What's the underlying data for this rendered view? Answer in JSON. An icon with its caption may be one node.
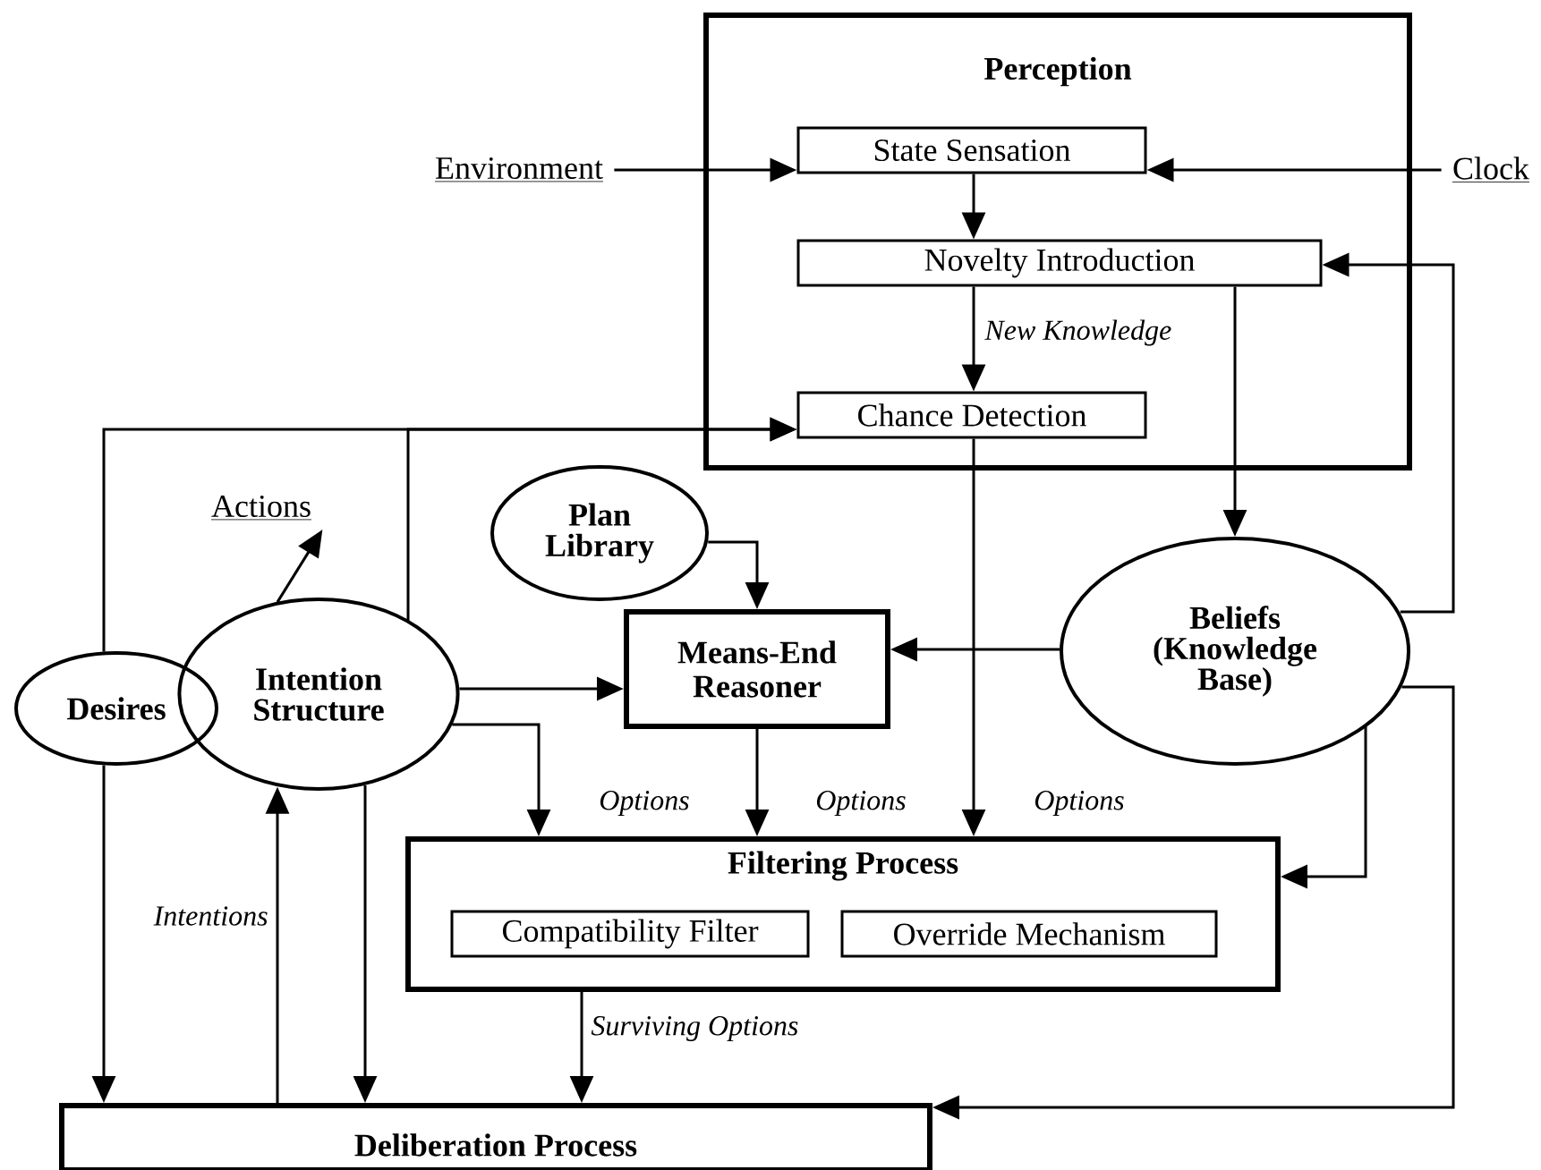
{
  "diagram": {
    "nodes": [
      {
        "text": [
          "Perception"
        ]
      },
      {
        "text": [
          "Environment"
        ]
      },
      {
        "text": [
          "State Sensation"
        ],
        "in": 0
      },
      {
        "text": [
          "Clock"
        ]
      },
      {
        "text": [
          "Novelty Introduction"
        ],
        "in": 0
      },
      {
        "text": [
          "Chance Detection"
        ],
        "in": 0
      },
      {
        "text": [
          "Actions"
        ]
      },
      {
        "text": [
          "Plan Library"
        ]
      },
      {
        "text": [
          "Desires"
        ]
      },
      {
        "text": [
          "Intention Structure"
        ]
      },
      {
        "text": [
          "Means-End Reasoner"
        ]
      },
      {
        "text": [
          "Beliefs (Knowledge Base)"
        ]
      },
      {
        "text": [
          "Filtering Process"
        ]
      },
      {
        "text": [
          "Compatibility Filter"
        ],
        "in": 12
      },
      {
        "text": [
          "Override Mechanism"
        ],
        "in": 12
      },
      {
        "text": [
          "Deliberation Process"
        ]
      }
    ],
    "edges": [
      {
        "from": 1,
        "to": 2,
        "arrow": "to"
      },
      {
        "from": 3,
        "to": 2,
        "arrow": "to"
      },
      {
        "from": 2,
        "to": 4,
        "arrow": "to"
      },
      {
        "from": 4,
        "to": 5,
        "arrow": "to",
        "label": "New Knowledge"
      },
      {
        "from": 4,
        "to": 11,
        "arrow": "to"
      },
      {
        "from": 11,
        "to": 4,
        "arrow": "to"
      },
      {
        "from": 8,
        "to": 5,
        "arrow": "to"
      },
      {
        "from": 9,
        "to": 5,
        "arrow": "to"
      },
      {
        "from": 9,
        "to": 6,
        "arrow": "to"
      },
      {
        "from": 7,
        "to": 10,
        "arrow": "to"
      },
      {
        "from": 9,
        "to": 10,
        "arrow": "to"
      },
      {
        "from": 11,
        "to": 10,
        "arrow": "to"
      },
      {
        "from": 9,
        "to": 12,
        "arrow": "to",
        "label": "Options"
      },
      {
        "from": 10,
        "to": 12,
        "arrow": "to",
        "label": "Options"
      },
      {
        "from": 5,
        "to": 12,
        "arrow": "to",
        "label": "Options"
      },
      {
        "from": 11,
        "to": 12,
        "arrow": "to"
      },
      {
        "from": 11,
        "to": 15,
        "arrow": "to"
      },
      {
        "from": 12,
        "to": 15,
        "arrow": "to",
        "label": "Surviving Options"
      },
      {
        "from": 8,
        "to": 15,
        "arrow": "to"
      },
      {
        "from": 15,
        "to": 9,
        "arrow": "to",
        "label": "Intentions"
      },
      {
        "from": 9,
        "to": 15,
        "arrow": "to"
      }
    ]
  }
}
